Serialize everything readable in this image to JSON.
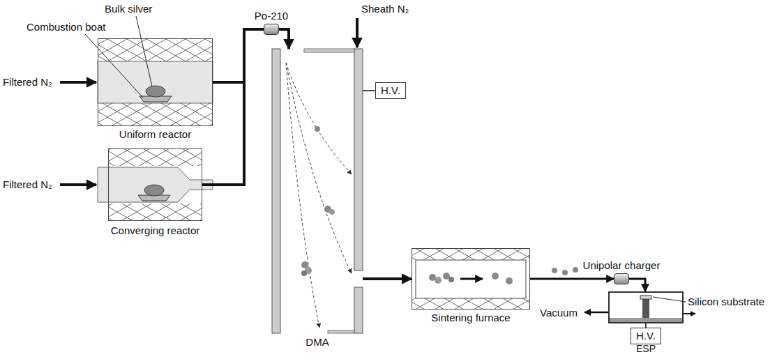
{
  "diagram": {
    "nodes": [
      {
        "text": [
          "Uniform reactor"
        ]
      },
      {
        "text": [
          "Converging reactor"
        ]
      },
      {
        "text": [
          "Po-210"
        ]
      },
      {
        "text": [
          "DMA"
        ]
      },
      {
        "text": [
          "H.V."
        ]
      },
      {
        "text": [
          "Sintering furnace"
        ]
      },
      {
        "text": [
          "Unipolar charger"
        ]
      },
      {
        "text": [
          "ESP"
        ]
      },
      {
        "text": [
          "H.V."
        ]
      }
    ],
    "edges": [
      {
        "from": 0,
        "to": 2,
        "arrow": "none"
      },
      {
        "from": 1,
        "to": 2,
        "arrow": "none"
      },
      {
        "from": 2,
        "to": 3,
        "arrow": "to"
      },
      {
        "from": 3,
        "to": 5,
        "arrow": "to"
      },
      {
        "from": 4,
        "to": 3,
        "arrow": "none"
      },
      {
        "from": 5,
        "to": 6,
        "arrow": "to"
      },
      {
        "from": 6,
        "to": 7,
        "arrow": "to"
      },
      {
        "from": 8,
        "to": 7,
        "arrow": "none"
      }
    ],
    "labels": [
      "Bulk silver",
      "Combustion boat",
      "Filtered N₂",
      "Filtered N₂",
      "Sheath N₂",
      "Silicon substrate",
      "Vacuum"
    ]
  }
}
